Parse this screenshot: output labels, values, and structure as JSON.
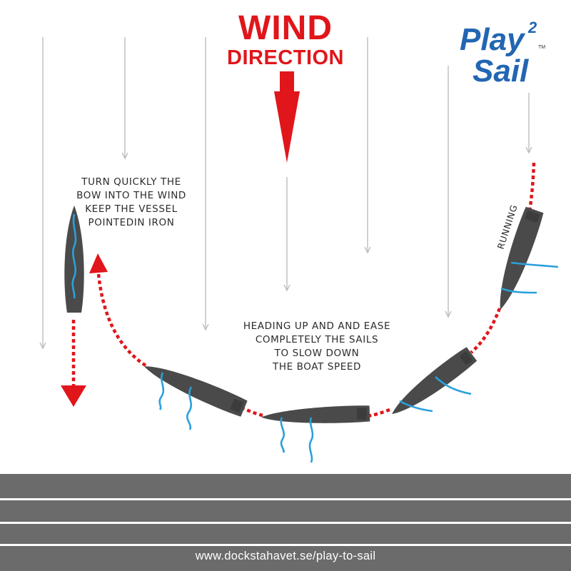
{
  "wind_title": {
    "word": "WIND",
    "sub": "DIRECTION"
  },
  "logo": {
    "line1": "Play",
    "superscript": "2",
    "line2": "Sail",
    "tm": "TM"
  },
  "labels": {
    "tack_instruction": [
      "TURN QUICKLY THE",
      "BOW INTO THE WIND",
      "KEEP THE VESSEL",
      "POINTEDIN IRON"
    ],
    "heading_up": [
      "HEADING UP AND AND EASE",
      "COMPLETELY THE SAILS",
      "TO SLOW DOWN",
      "THE BOAT SPEED"
    ],
    "running": "RUNNING"
  },
  "footer": {
    "url": "www.dockstahavet.se/play-to-sail"
  },
  "colors": {
    "red": "#e0161b",
    "boat": "#4a4a4a",
    "sail": "#2aa0dc",
    "dock": "#6b6b6b",
    "wind_line": "#b8b8b8"
  }
}
